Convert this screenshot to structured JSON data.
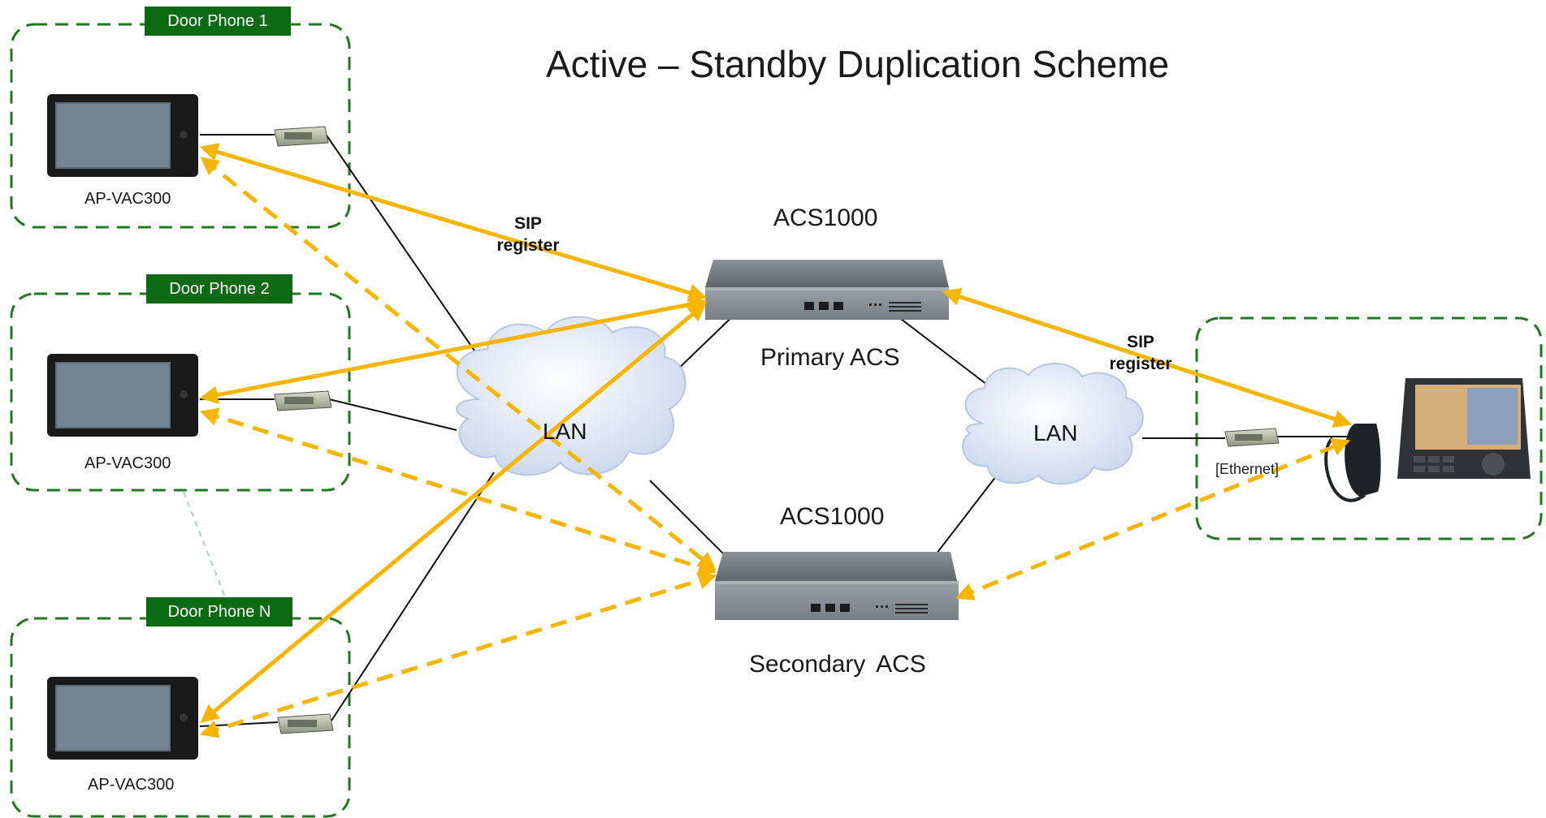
{
  "title": "Active – Standby Duplication Scheme",
  "door_phones": [
    {
      "tag": "Door  Phone 1",
      "model": "AP-VAC300"
    },
    {
      "tag": "Door  Phone 2",
      "model": "AP-VAC300"
    },
    {
      "tag": "Door  Phone N",
      "model": "AP-VAC300"
    }
  ],
  "servers": {
    "primary": {
      "model": "ACS1000",
      "role": "Primary ACS"
    },
    "secondary": {
      "model": "ACS1000",
      "role": "Secondary ACS"
    }
  },
  "clouds": {
    "left": "LAN",
    "right": "LAN"
  },
  "sip_labels": {
    "left": {
      "line1": "SIP",
      "line2": "register"
    },
    "right": {
      "line1": "SIP",
      "line2": "register"
    }
  },
  "ethernet_label": "[Ethernet]",
  "colors": {
    "group_border": "#1e7a1e",
    "tag_background": "#0b6a12",
    "sip_arrow": "#f7b500",
    "network_line": "#111111",
    "cloud_fill": "#dfe9f7",
    "server_body": "#6e757c"
  }
}
